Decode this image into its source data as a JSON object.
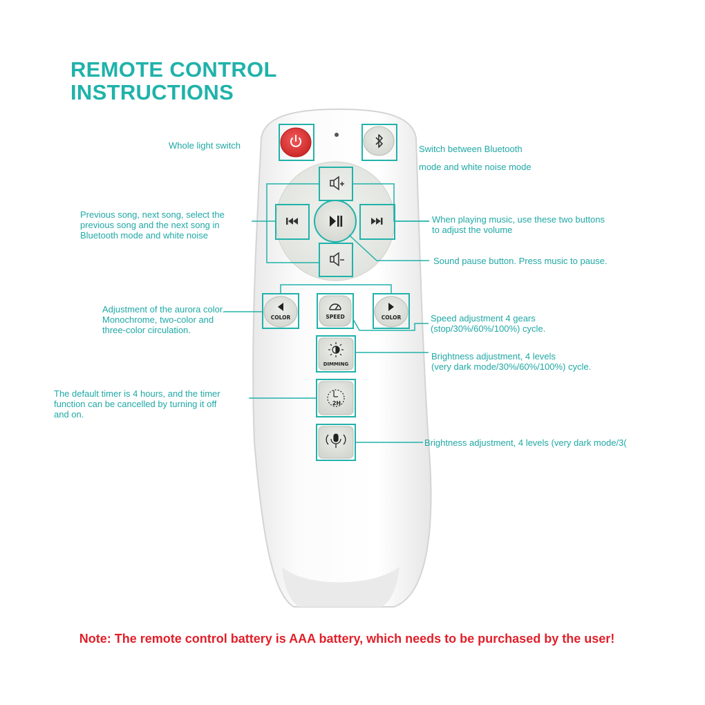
{
  "title": {
    "line1": "REMOTE CONTROL",
    "line2": "INSTRUCTIONS"
  },
  "colors": {
    "accent": "#20b2aa",
    "label_text": "#1fa8a5",
    "note_text": "#e0202a",
    "power_red": "#e03434",
    "remote_body": "#f6f6f6",
    "key_face": "#e2e5df"
  },
  "labels": {
    "whole_light_switch": "Whole light switch",
    "bluetooth_switch": {
      "line1": "Switch between Bluetooth",
      "line2": "mode and white noise mode"
    },
    "prev_next": {
      "line1": "Previous song, next song, select the",
      "line2": "previous song and the next song in",
      "line3": "Bluetooth mode and white noise"
    },
    "volume": {
      "line1": "When playing music, use these two buttons",
      "line2": "to adjust the volume"
    },
    "pause": "Sound pause button. Press music to pause.",
    "aurora_color": {
      "line1": "Adjustment of the aurora color.",
      "line2": "Monochrome, two-color and",
      "line3": "three-color circulation."
    },
    "speed": {
      "line1": "Speed adjustment 4 gears",
      "line2": "(stop/30%/60%/100%) cycle."
    },
    "brightness": {
      "line1": "Brightness adjustment, 4 levels",
      "line2": "(very dark mode/30%/60%/100%) cycle."
    },
    "timer": {
      "line1": "The default timer is 4 hours, and the timer",
      "line2": "function can be cancelled by turning it off",
      "line3": "and on."
    },
    "mic_brightness": "Brightness adjustment, 4 levels (very dark mode/3("
  },
  "buttons": {
    "color_left": "COLOR",
    "speed": "SPEED",
    "color_right": "COLOR",
    "dimming": "DIMMING",
    "timer": "2H"
  },
  "icons": {
    "power": "power-icon",
    "bluetooth": "bluetooth-icon",
    "volume_up": "speaker-plus-icon",
    "volume_down": "speaker-minus-icon",
    "previous": "skip-back-icon",
    "next": "skip-forward-icon",
    "play_pause": "play-pause-icon",
    "speed": "speedometer-icon",
    "dimming": "sun-icon",
    "timer": "clock-icon",
    "mic": "microphone-icon"
  },
  "note": "Note: The remote control battery is AAA battery, which needs to be purchased by the user!"
}
